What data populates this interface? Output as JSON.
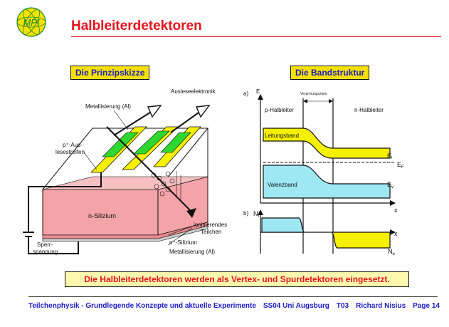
{
  "header": {
    "logo_text": "MPI",
    "title": "Halbleiterdetektoren"
  },
  "sections": {
    "principle_label": "Die Prinzipskizze",
    "band_label": "Die Bandstruktur"
  },
  "principle_sketch": {
    "readout_electronics": "Ausleseelektronik",
    "metallization_top": "Metallisierung (Al)",
    "strip_label_1": "p⁺-Aus-",
    "strip_label_2": "lesestreifen",
    "bulk": "n-Silizium",
    "ionizing_1": "ionisierendes",
    "ionizing_2": "Teilchen",
    "n_plus_layer": "n⁺-Silizium",
    "metallization_bottom": "Metallisierung (Al)",
    "bias_1": "Sperr-",
    "bias_2": "spannung"
  },
  "band_structure": {
    "panel_a": "a)",
    "panel_b": "b)",
    "energy_axis": "E",
    "depletion_zone": "Verarmungszone",
    "p_side": "p-Halbleiter",
    "n_side": "n-Halbleiter",
    "conduction_band": "Leitungsband",
    "valence_band": "Valenzband",
    "e_i": "Eᵢ",
    "e_f": "E",
    "e_f_sub": "F",
    "e_v": "E",
    "e_v_sub": "v",
    "x_axis_a": "x",
    "n_i": "N",
    "n_i_sub": "i",
    "x_axis_b": "x",
    "n_e": "N",
    "n_e_sub": "e"
  },
  "caption": "Die Halbleiterdetektoren werden als Vertex- und Spurdetektoren eingesetzt.",
  "footer": {
    "course": "Teilchenphysik - Grundlegende Konzepte und aktuelle Experimente",
    "term": "SS04 Uni Augsburg",
    "code": "T03",
    "author": "Richard Nisius",
    "page": "Page 14"
  },
  "colors": {
    "title_red": "#e8141e",
    "label_yellow": "#f5e000",
    "label_blue": "#1c1cc6",
    "silicon_pink": "#f4a4a8",
    "strip_green": "#2ed82e",
    "band_yellow": "#f5f000",
    "band_cyan": "#9ee8f4"
  }
}
